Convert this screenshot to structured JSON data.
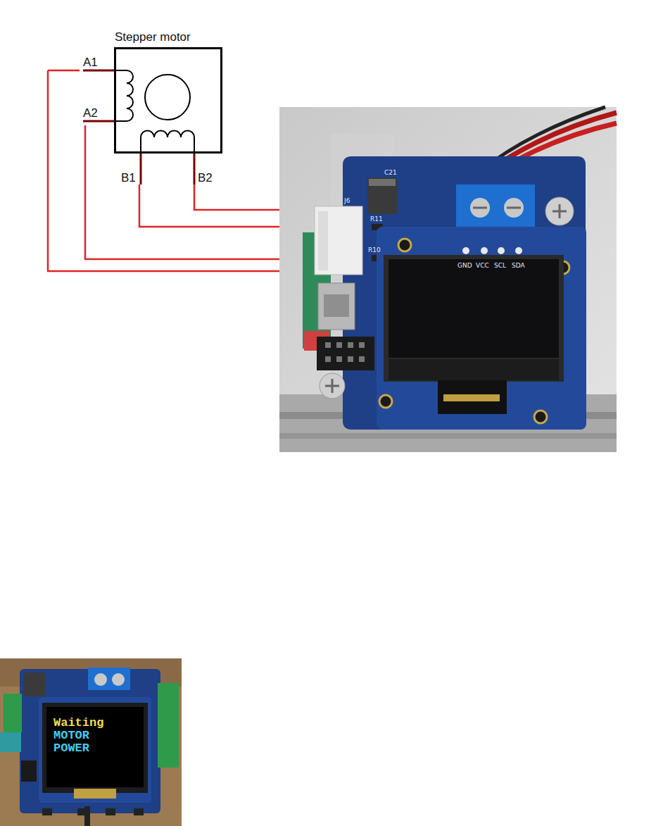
{
  "diagram": {
    "nodes": [
      {
        "text": [
          "Stepper motor"
        ]
      },
      {
        "text": [
          "Waiting",
          "MOTOR",
          "POWER"
        ]
      }
    ],
    "edges": [],
    "labels": [
      "A1",
      "A2",
      "B1",
      "B2",
      "GND",
      "VCC",
      "SCL",
      "SDA",
      "C21",
      "J6",
      "R11",
      "R10"
    ]
  }
}
